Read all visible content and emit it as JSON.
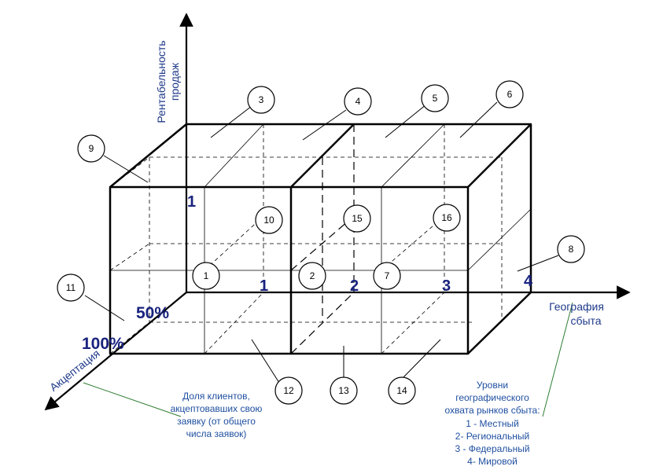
{
  "axes": {
    "vertical_line1": "Рентабельность",
    "vertical_line2": "продаж",
    "horizontal_line1": "География",
    "horizontal_line2": "сбыта",
    "depth": "Акцептация"
  },
  "ticks": {
    "vertical_1": "1",
    "geo_1": "1",
    "geo_2": "2",
    "geo_3": "3",
    "geo_4": "4",
    "pct_50": "50%",
    "pct_100": "100%"
  },
  "callouts": [
    "1",
    "2",
    "3",
    "4",
    "5",
    "6",
    "7",
    "8",
    "9",
    "10",
    "11",
    "12",
    "13",
    "14",
    "15",
    "16"
  ],
  "note_clients": [
    "Доля клиентов,",
    "акцептовавших свою",
    "заявку (от общего",
    "числа заявок)"
  ],
  "note_levels": [
    "Уровни",
    "географического",
    "охвата рынков сбыта:",
    "1 - Местный",
    "2- Региональный",
    "3 - Федеральный",
    "4- Мировой"
  ],
  "colors": {
    "axis_label": "#1f3a8a",
    "tick_label": "#1a237e",
    "note_text": "#1f4fa0",
    "leader_green": "#2e7d32",
    "line": "#000000"
  }
}
